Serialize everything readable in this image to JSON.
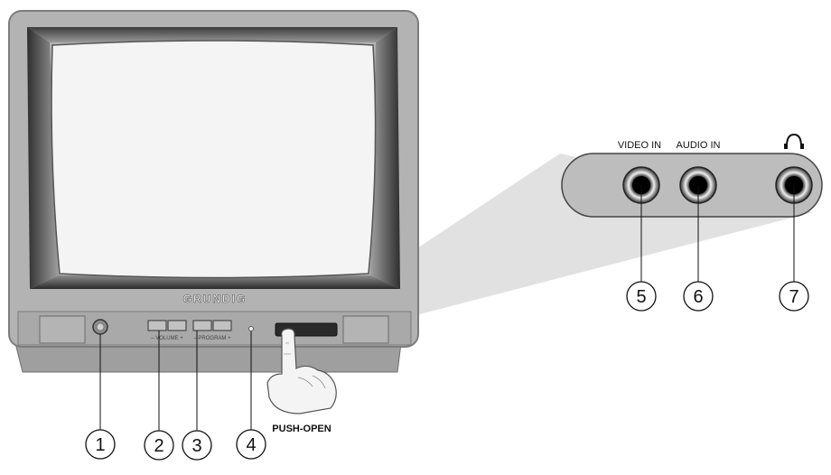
{
  "tv": {
    "brand": "GRUNDIG",
    "volume_label": "– VOLUME +",
    "program_label": "– PROGRAM +",
    "push_open_label": "PUSH-OPEN"
  },
  "panel": {
    "video_in_label": "VIDEO IN",
    "audio_in_label": "AUDIO IN",
    "headphone_icon": "headphone-icon"
  },
  "callouts": {
    "c1": "1",
    "c2": "2",
    "c3": "3",
    "c4": "4",
    "c5": "5",
    "c6": "6",
    "c7": "7"
  },
  "colors": {
    "cabinet": "#b3b3b3",
    "cabinet_outline": "#7d7d7d",
    "screen": "#f4f4f4",
    "panel": "#bdbdbd",
    "beam": "#dcdcdc"
  }
}
